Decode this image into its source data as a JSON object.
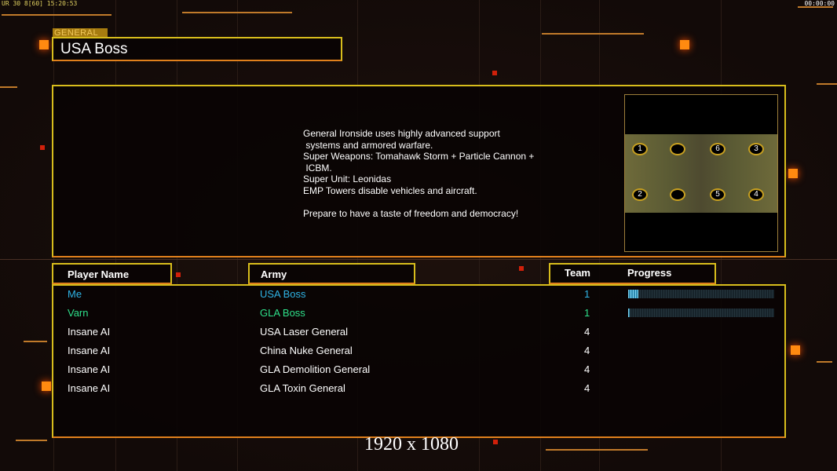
{
  "status": {
    "fps_left": "UR 30 8[60] 15:20:53",
    "clock": "00:00:00"
  },
  "general": {
    "label": "GENERAL",
    "name": "USA Boss"
  },
  "description": "General Ironside uses highly advanced support\n systems and armored warfare.\nSuper Weapons: Tomahawk Storm + Particle Cannon +\n ICBM.\nSuper Unit: Leonidas\nEMP Towers disable vehicles and aircraft.\n\nPrepare to have a taste of freedom and democracy!",
  "map": {
    "spots": [
      "1",
      "2",
      "3",
      "4",
      "5",
      "6"
    ]
  },
  "headers": {
    "player": "Player Name",
    "army": "Army",
    "team": "Team",
    "progress": "Progress"
  },
  "players": [
    {
      "name": "Me",
      "army": "USA Boss",
      "team": "1",
      "progress": 7,
      "color": "#2fb4e6"
    },
    {
      "name": "Varn",
      "army": "GLA Boss",
      "team": "1",
      "progress": 1,
      "color": "#2ee08a"
    },
    {
      "name": "Insane AI",
      "army": "USA Laser General",
      "team": "4",
      "color": "#ffffff"
    },
    {
      "name": "Insane AI",
      "army": "China Nuke General",
      "team": "4",
      "color": "#ffffff"
    },
    {
      "name": "Insane AI",
      "army": "GLA Demolition General",
      "team": "4",
      "color": "#ffffff"
    },
    {
      "name": "Insane AI",
      "army": "GLA Toxin General",
      "team": "4",
      "color": "#ffffff"
    }
  ],
  "resolution": "1920 x 1080"
}
